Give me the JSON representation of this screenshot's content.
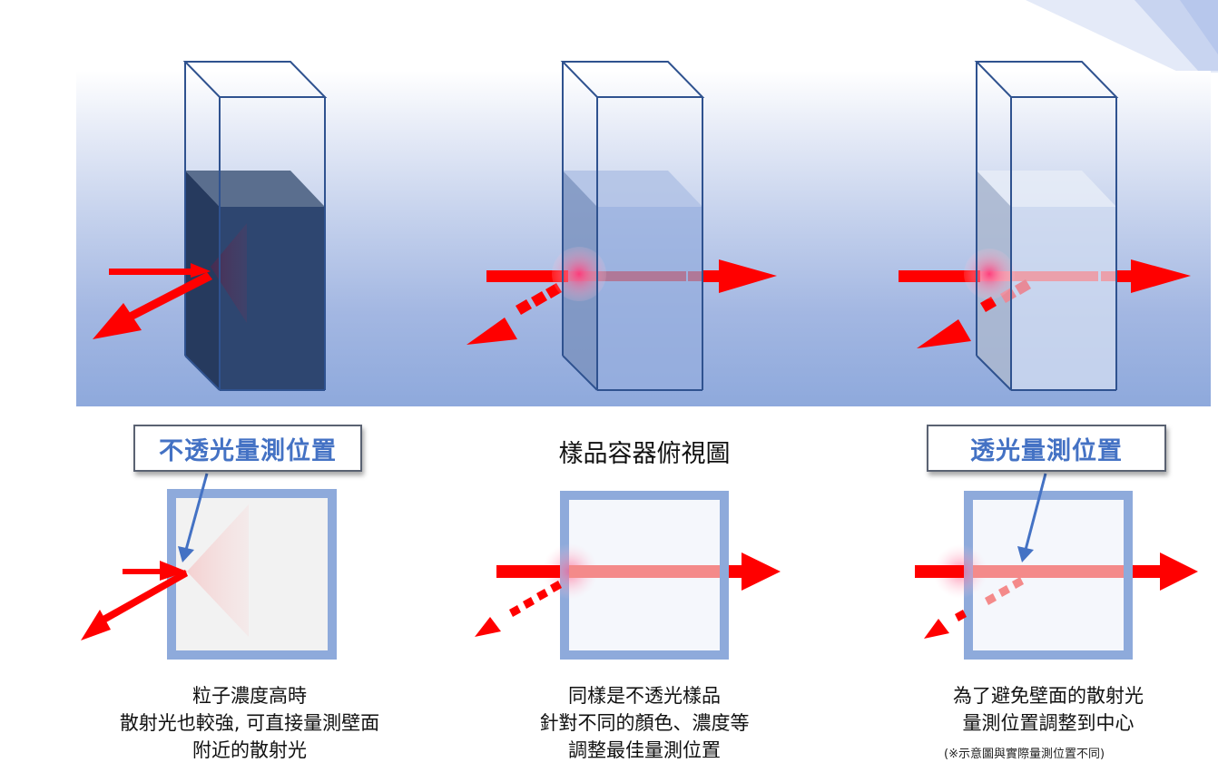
{
  "diagram": {
    "top_panel": {
      "description": "3D perspective views of sample cuvettes with laser beam",
      "colors": {
        "gradient_top": "#ffffff",
        "gradient_bottom": "#8ea9dc",
        "cuvette_outline": "#2f528f",
        "laser": "#ff0000",
        "opaque_liquid": "#2e4670",
        "pointer_arrow": "#4472c4"
      }
    },
    "columns": [
      {
        "id": "opaque",
        "label": "不透光量測位置",
        "label_style": "boxed",
        "caption_lines": [
          "粒子濃度高時",
          "散射光也較強, 可直接量測壁面",
          "附近的散射光"
        ]
      },
      {
        "id": "middle",
        "label": "樣品容器俯視圖",
        "label_style": "plain",
        "caption_lines": [
          "同樣是不透光樣品",
          "針對不同的顏色、濃度等",
          "調整最佳量測位置"
        ]
      },
      {
        "id": "transparent",
        "label": "透光量測位置",
        "label_style": "boxed",
        "caption_lines": [
          "為了避免壁面的散射光",
          "量測位置調整到中心"
        ],
        "note": "(※示意圖與實際量測位置不同)"
      }
    ]
  }
}
